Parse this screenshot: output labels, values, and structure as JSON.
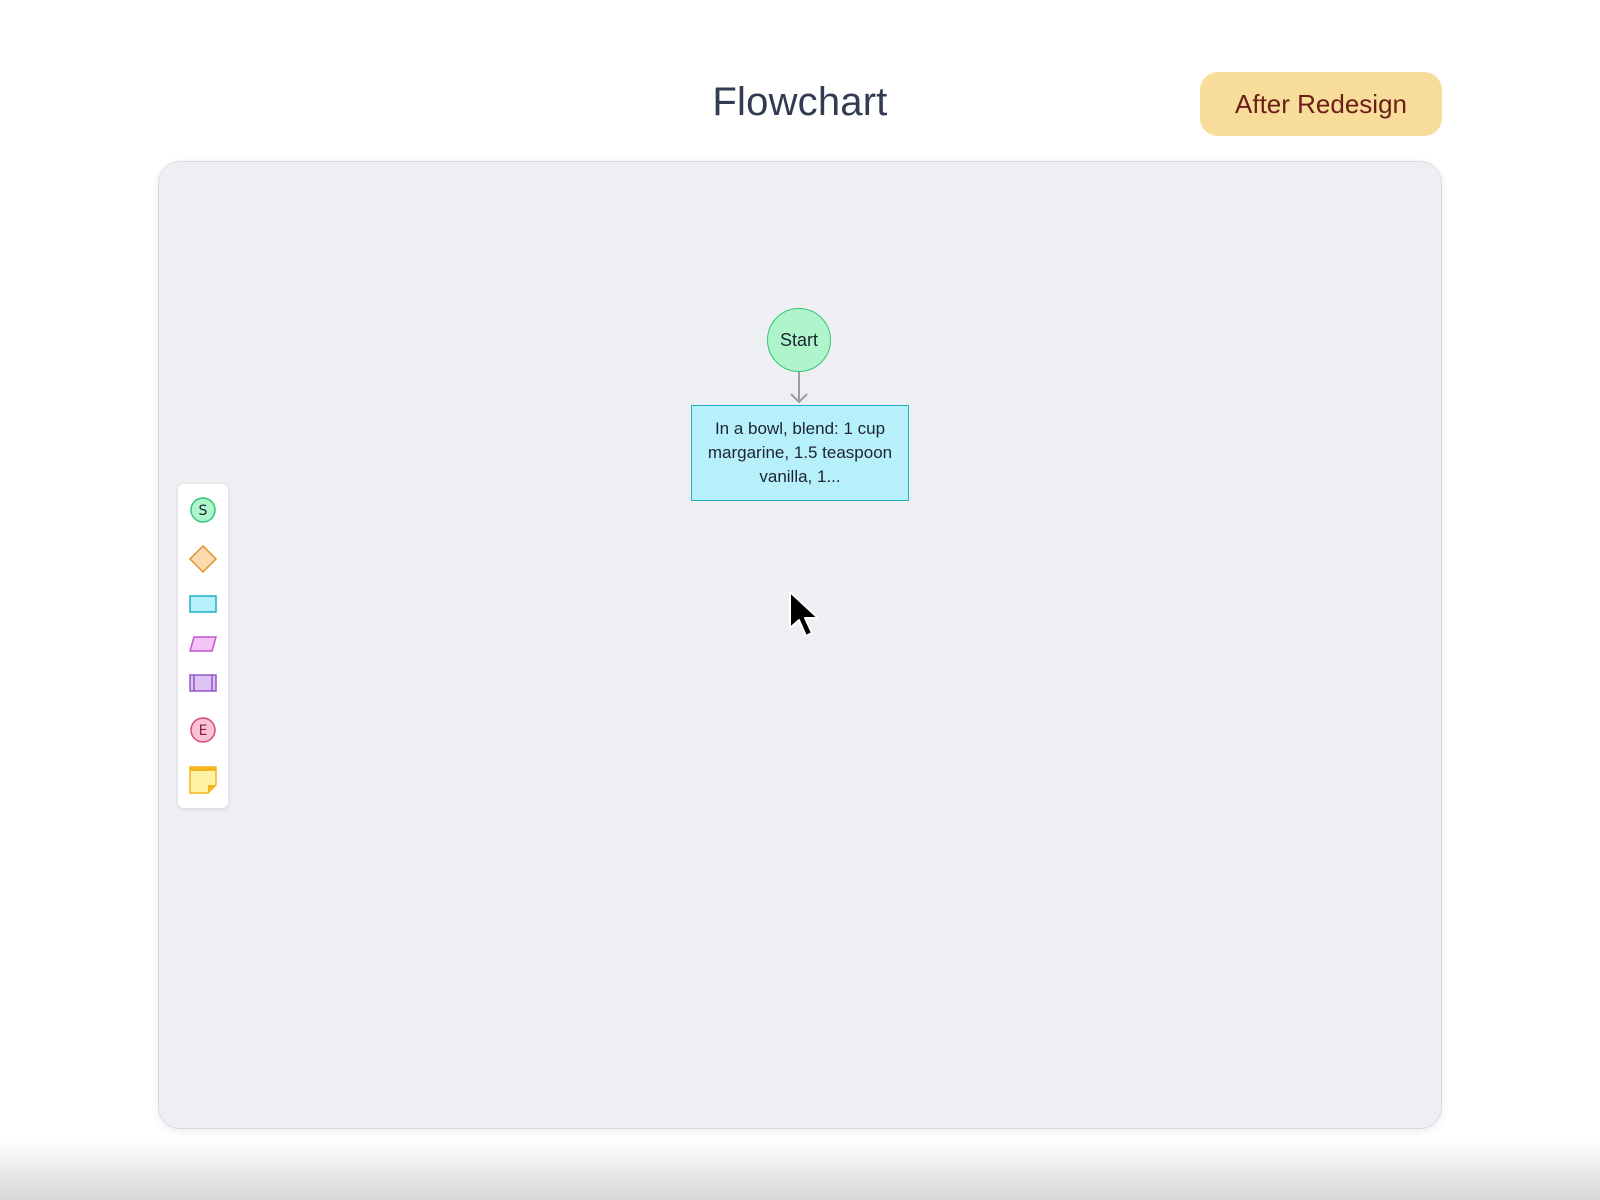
{
  "header": {
    "title": "Flowchart",
    "badge_label": "After Redesign"
  },
  "palette": {
    "tools": [
      {
        "name": "start-shape",
        "glyph": "S",
        "color": "#36c47a"
      },
      {
        "name": "decision-shape",
        "color": "#e0922c"
      },
      {
        "name": "process-shape",
        "color": "#22aec6"
      },
      {
        "name": "input-output-shape",
        "color": "#c257d0"
      },
      {
        "name": "subprocess-shape",
        "color": "#9356c9"
      },
      {
        "name": "end-shape",
        "glyph": "E",
        "color": "#d64a7a"
      },
      {
        "name": "sticky-note",
        "color": "#f3b41c"
      }
    ]
  },
  "flowchart": {
    "start_label": "Start",
    "process_label": "In a bowl, blend: 1 cup margarine, 1.5 teaspoon vanilla, 1..."
  },
  "colors": {
    "badge_bg": "#f8dd9a",
    "badge_text": "#6b1d16",
    "canvas_bg": "#eeeff3",
    "start_fill": "#aef5cc",
    "process_fill": "#b6f1fb"
  }
}
